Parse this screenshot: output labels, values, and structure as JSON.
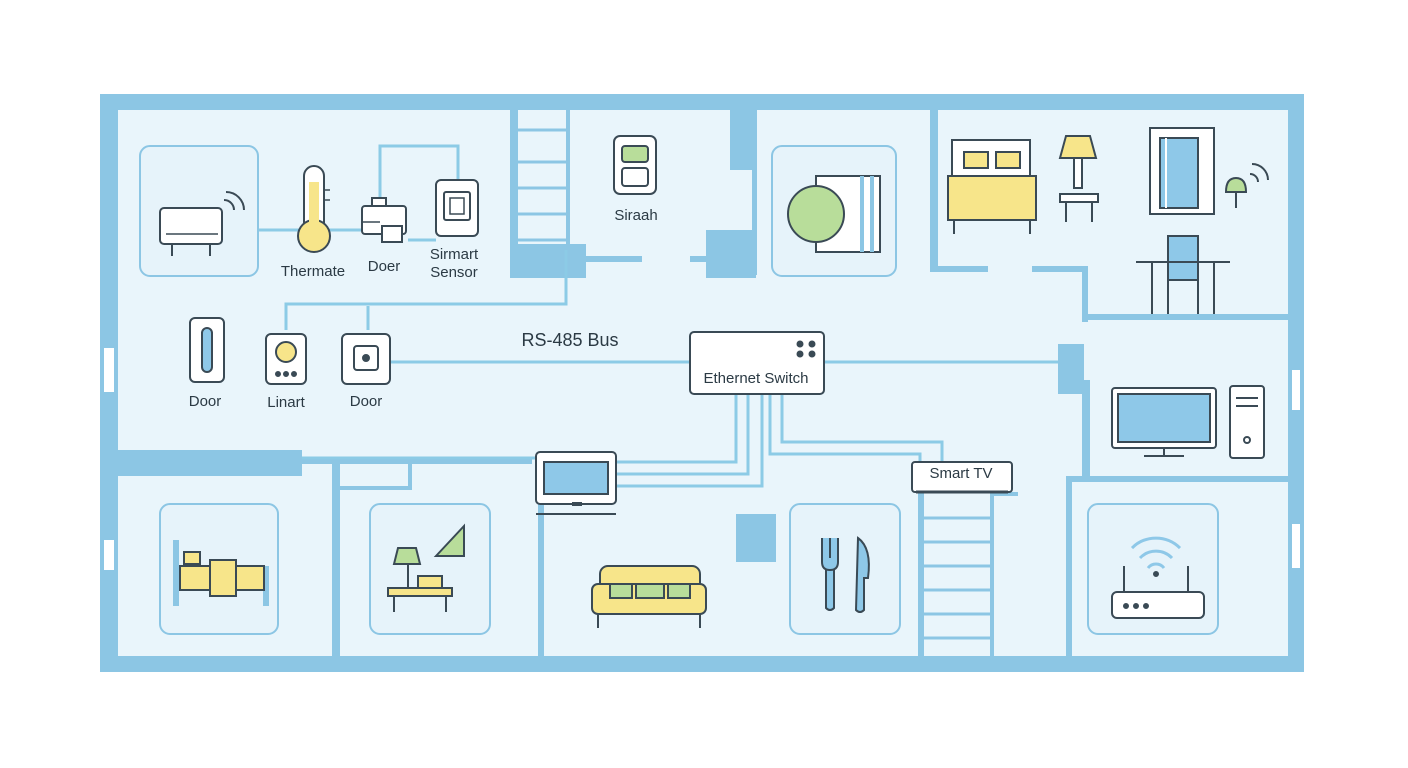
{
  "labels": {
    "thermostat": "Thermate",
    "door_top": "Doer",
    "smart_sensor_line1": "Sirmart",
    "smart_sensor_line2": "Sensor",
    "siraah": "Siraah",
    "door_mid_left": "Door",
    "light_mid": "Linart",
    "door_mid_right": "Door",
    "bus": "RS-485 Bus",
    "switch": "Ethernet Switch",
    "smart_tv": "Smart TV"
  },
  "colors": {
    "wall": "#8cc6e4",
    "floor": "#e9f5fb",
    "cable": "#8ccbe6",
    "accent_yellow": "#f7e58a",
    "accent_green": "#b8dd9a",
    "screen_blue": "#8ec8e8",
    "outline": "#3a4a55"
  },
  "icons": {
    "router": "wifi-router-icon",
    "thermostat": "thermometer-icon",
    "camera": "camera-icon",
    "sensor": "smart-sensor-icon",
    "wall_switch": "wall-switch-icon",
    "dial": "door-dial-icon",
    "bed": "bed-icon",
    "lamp": "lamp-icon",
    "tv": "television-icon",
    "pc": "pc-tower-icon",
    "sofa": "sofa-icon",
    "cutlery": "fork-knife-icon",
    "wifi": "wifi-icon"
  }
}
